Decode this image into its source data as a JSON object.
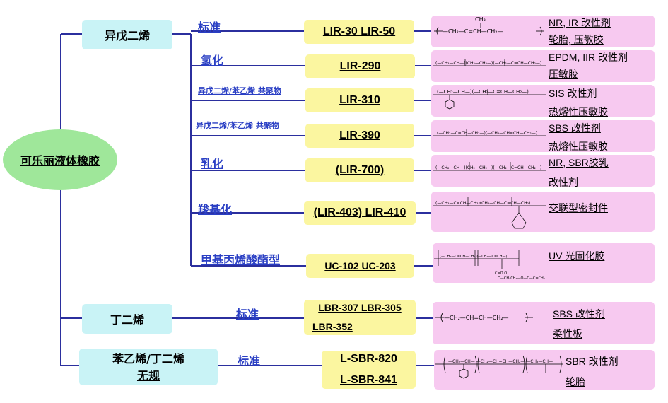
{
  "root": {
    "label": "可乐丽液体橡胶"
  },
  "monomers": [
    {
      "name": "异戊二烯"
    },
    {
      "name": "丁二烯"
    },
    {
      "name_line1": "苯乙烯/丁二烯",
      "name_line2": "无规"
    }
  ],
  "isoprene_grades": [
    {
      "modification": "标准",
      "codes": "LIR-30  LIR-50",
      "applications": [
        "NR, IR 改性剂",
        "轮胎, 压敏胶"
      ]
    },
    {
      "modification": "氢化",
      "codes": "LIR-290",
      "applications": [
        "EPDM, IIR 改性剂",
        "压敏胶"
      ]
    },
    {
      "modification": "异戊二烯/苯乙烯 共聚物",
      "codes": "LIR-310",
      "applications": [
        "SIS 改性剂",
        "热熔性压敏胶"
      ]
    },
    {
      "modification": "异戊二烯/苯乙烯 共聚物",
      "codes": "LIR-390",
      "applications": [
        "SBS 改性剂",
        "热熔性压敏胶"
      ]
    },
    {
      "modification": "乳化",
      "codes": "(LIR-700)",
      "applications": [
        "NR, SBR胶乳",
        " 改性剂"
      ]
    },
    {
      "modification": "羧基化",
      "codes": "(LIR-403)  LIR-410",
      "applications": [
        "交联型密封件"
      ]
    },
    {
      "modification": "甲基丙烯酸酯型",
      "codes": "UC-102  UC-203",
      "applications": [
        "UV 光固化胶"
      ]
    }
  ],
  "butadiene_grade": {
    "modification": "标准",
    "codes_line1": "LBR-307  LBR-305",
    "codes_line2": "LBR-352",
    "applications": [
      "SBS 改性剂",
      "柔性板"
    ]
  },
  "sbr_grade": {
    "modification": "标准",
    "codes_line1": "L-SBR-820",
    "codes_line2": "L-SBR-841",
    "applications": [
      "SBR 改性剂",
      "轮胎"
    ]
  },
  "colors": {
    "root_fill": "#9fe79a",
    "monomer_fill": "#c9f3f6",
    "code_fill": "#fbf6a0",
    "product_fill": "#f7c9f0",
    "connector": "#2b2f9e",
    "label_text": "#2a3fc4"
  }
}
